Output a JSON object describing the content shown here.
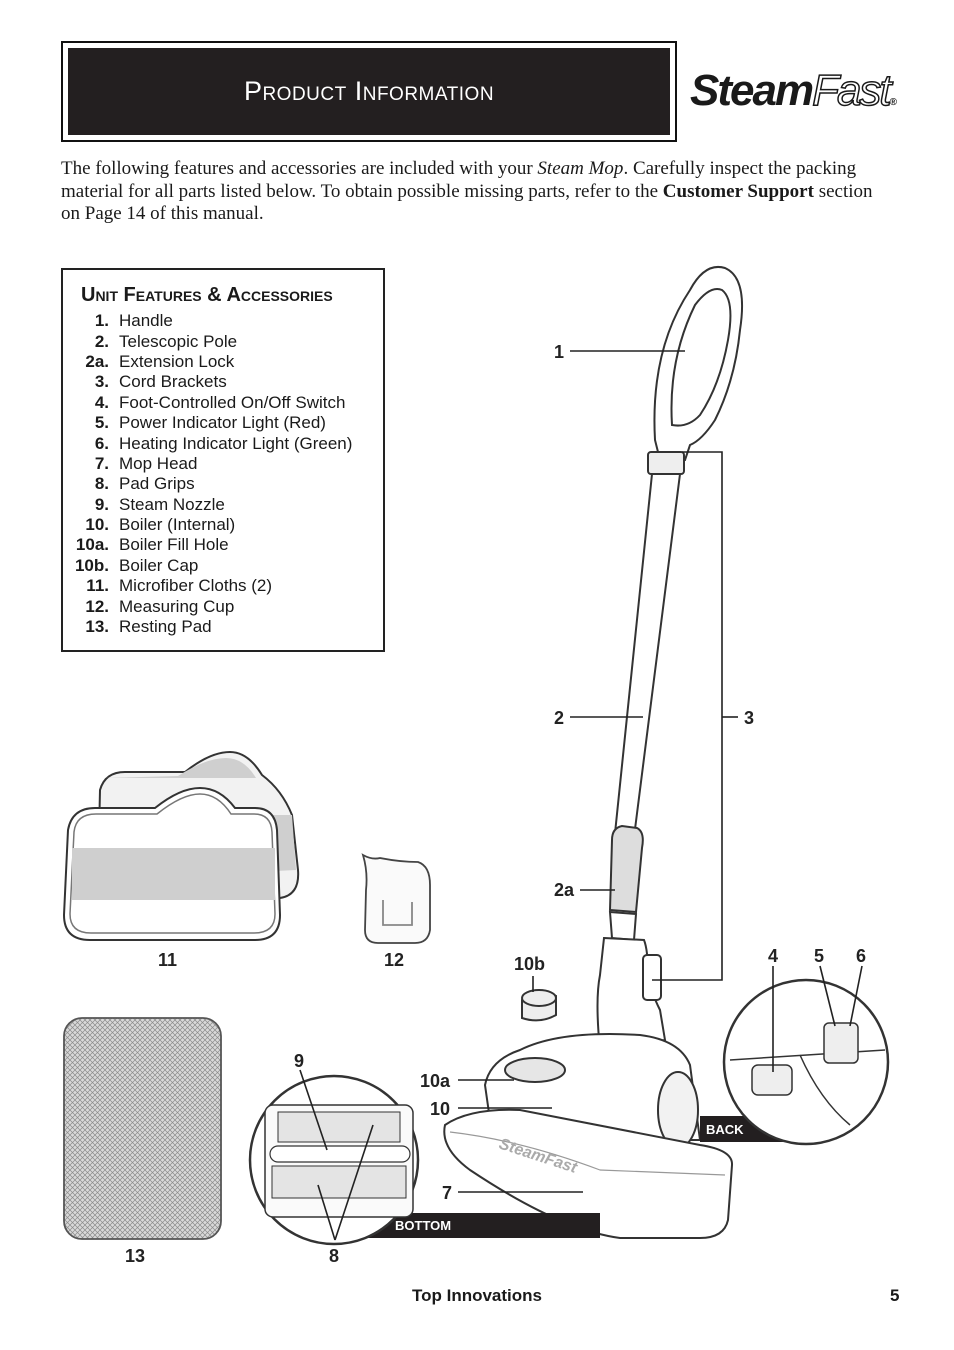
{
  "header": {
    "title": "Product Information"
  },
  "logo": {
    "part1": "Steam",
    "part2": "Fast",
    "mark": "®"
  },
  "intro": {
    "t1": "The following features and accessories are included with your ",
    "t2": "Steam Mop",
    "t3": ".  Carefully inspect the packing material for all parts listed below.  To obtain possible missing parts, refer to the ",
    "t4": "Customer Support",
    "t5": " section on Page 14 of this manual."
  },
  "features": {
    "title": "Unit Features & Accessories",
    "items": [
      {
        "num": "1.",
        "label": "Handle"
      },
      {
        "num": "2.",
        "label": "Telescopic Pole"
      },
      {
        "num": "2a.",
        "label": "Extension Lock"
      },
      {
        "num": "3.",
        "label": "Cord Brackets"
      },
      {
        "num": "4.",
        "label": "Foot-Controlled On/Off Switch"
      },
      {
        "num": "5.",
        "label": "Power Indicator Light (Red)"
      },
      {
        "num": "6.",
        "label": "Heating Indicator Light (Green)"
      },
      {
        "num": "7.",
        "label": "Mop Head"
      },
      {
        "num": "8.",
        "label": "Pad Grips"
      },
      {
        "num": "9.",
        "label": "Steam Nozzle"
      },
      {
        "num": "10.",
        "label": "Boiler (Internal)"
      },
      {
        "num": "10a.",
        "label": "Boiler Fill Hole"
      },
      {
        "num": "10b.",
        "label": "Boiler Cap"
      },
      {
        "num": "11.",
        "label": "Microfiber Cloths (2)"
      },
      {
        "num": "12.",
        "label": "Measuring Cup"
      },
      {
        "num": "13.",
        "label": "Resting Pad"
      }
    ]
  },
  "diagram": {
    "labels": {
      "l1": "1",
      "l2": "2",
      "l2a": "2a",
      "l3": "3",
      "l4": "4",
      "l5": "5",
      "l6": "6",
      "l7": "7",
      "l8": "8",
      "l9": "9",
      "l10": "10",
      "l10a": "10a",
      "l10b": "10b",
      "l11": "11",
      "l12": "12",
      "l13": "13"
    },
    "back_label": "BACK",
    "bottom_label": "BOTTOM",
    "mop_brand": "SteamFast"
  },
  "footer": {
    "company": "Top Innovations",
    "page": "5"
  }
}
